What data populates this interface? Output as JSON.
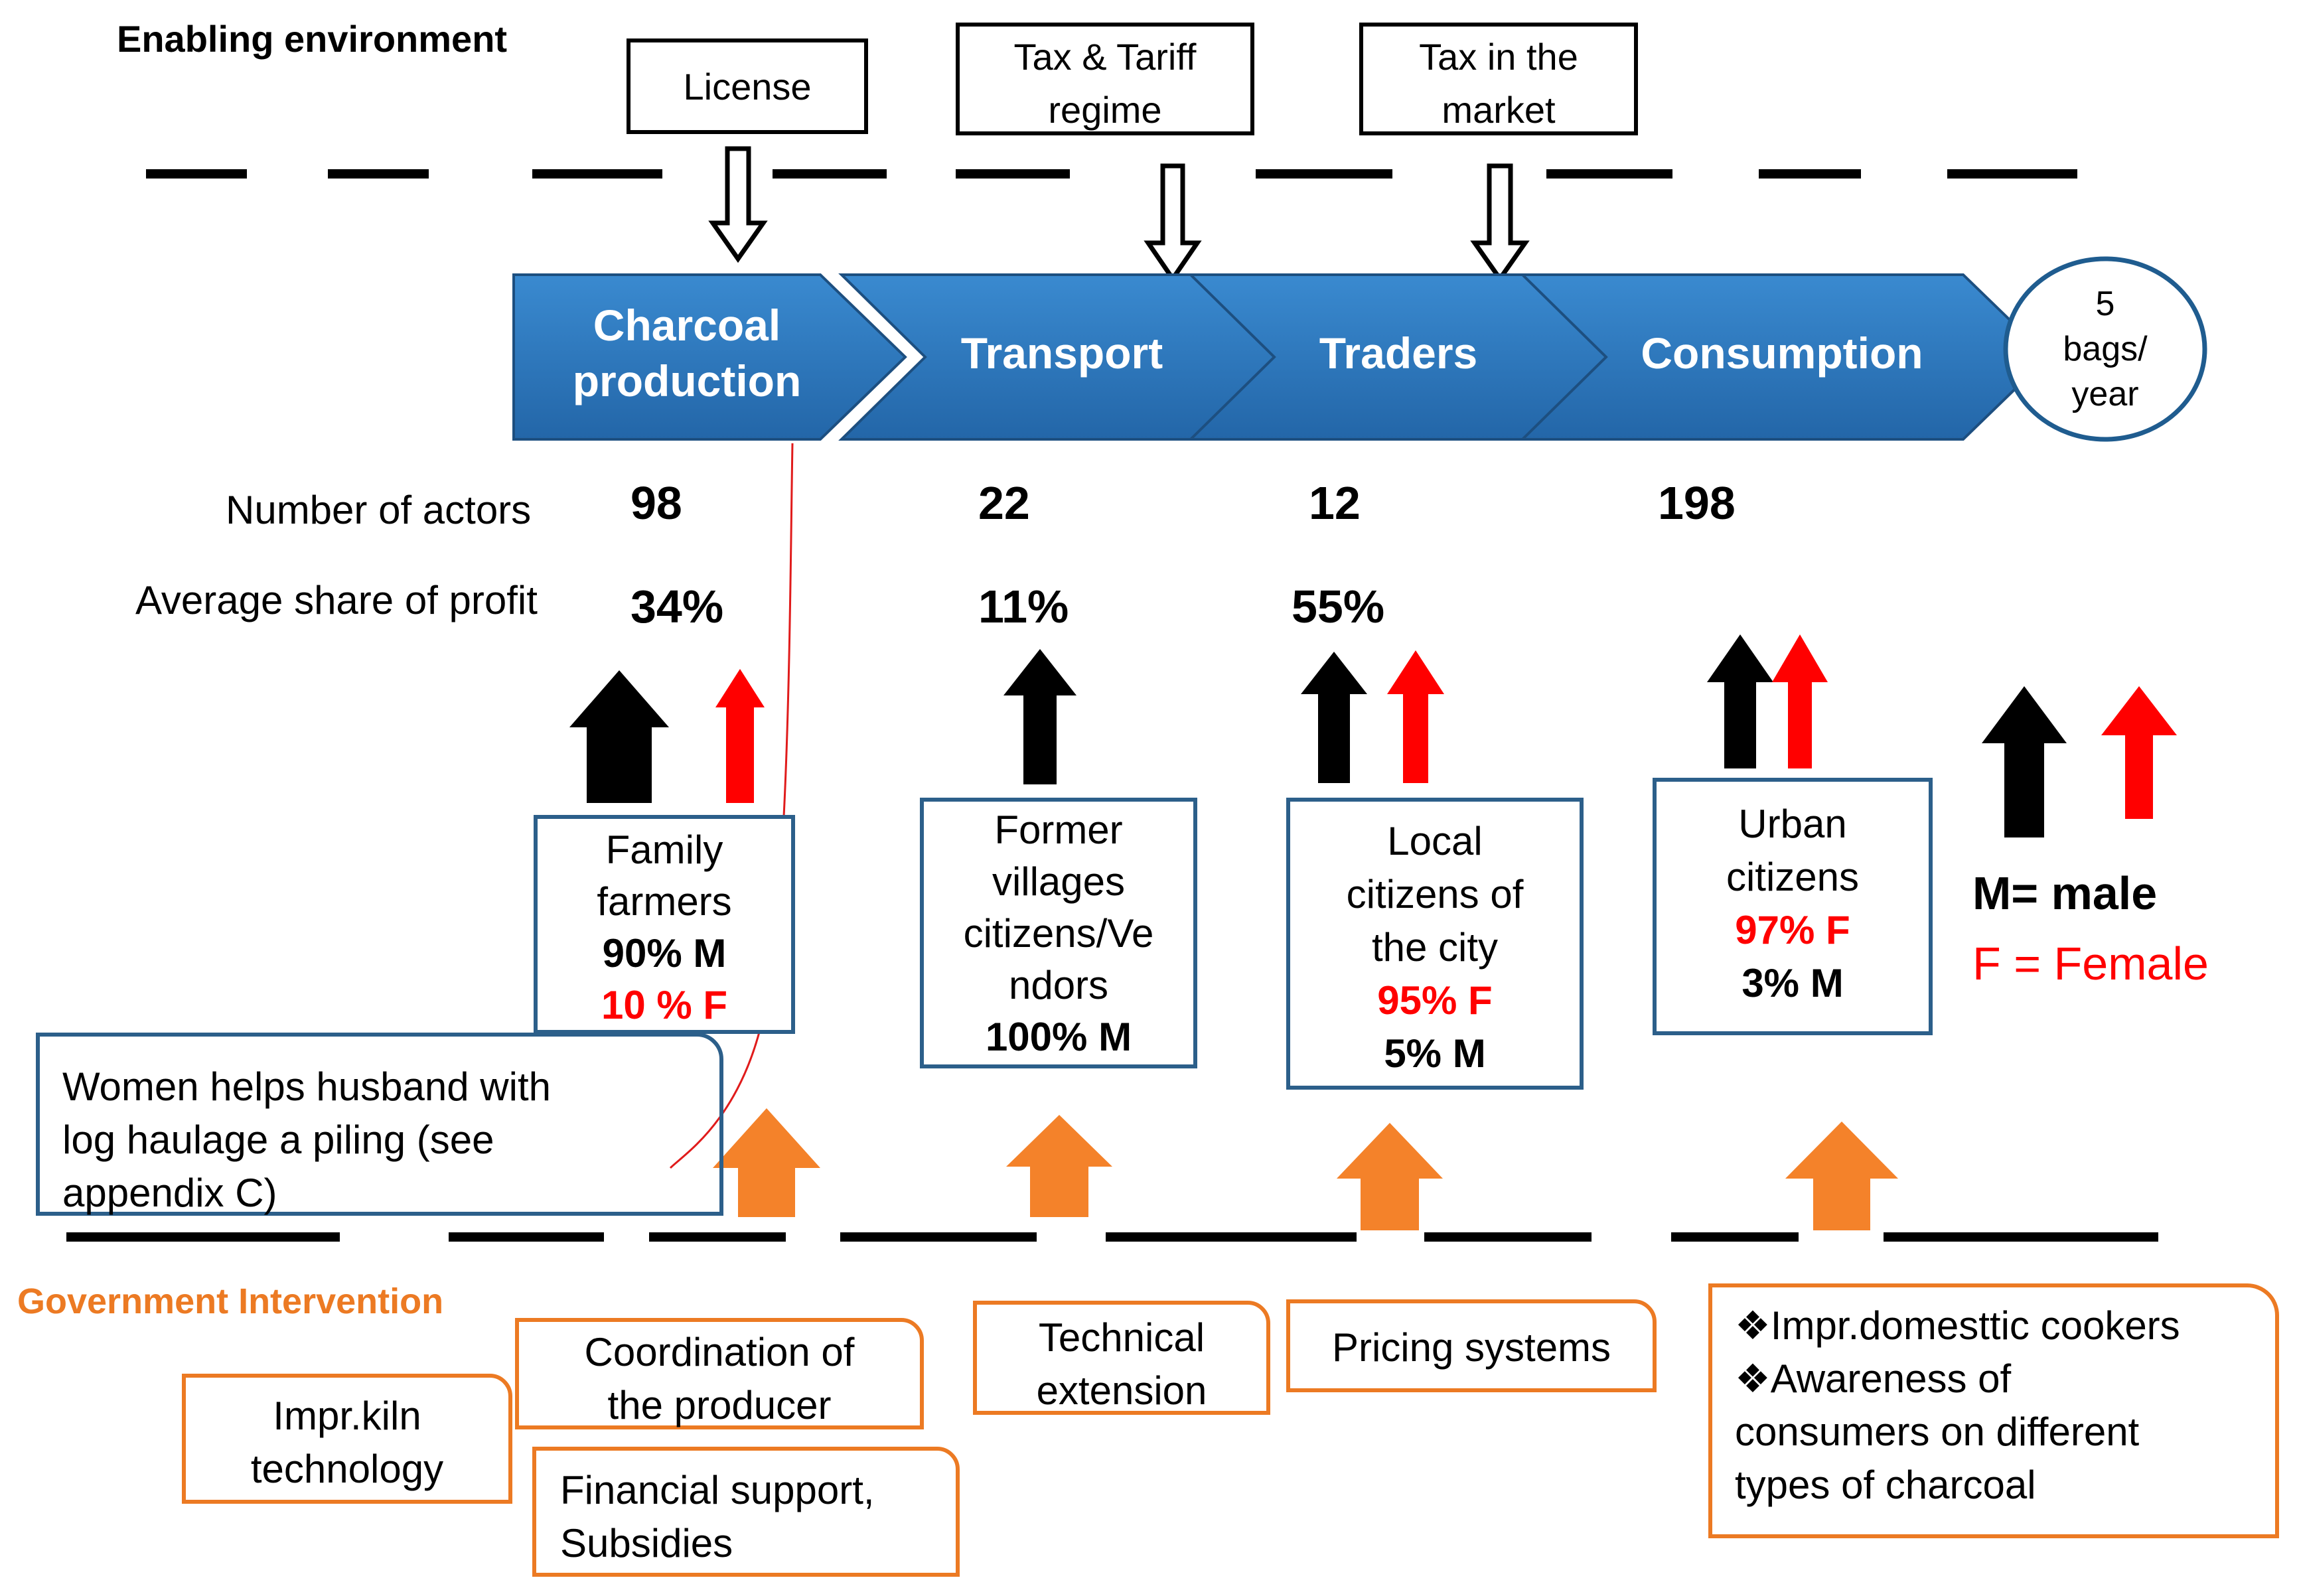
{
  "environment": {
    "title": "Enabling environment",
    "policies": [
      {
        "line1": "License",
        "line2": ""
      },
      {
        "line1": "Tax & Tariff",
        "line2": "regime"
      },
      {
        "line1": "Tax in the",
        "line2": "market"
      }
    ]
  },
  "chain": {
    "stages": [
      {
        "line1": "Charcoal",
        "line2": "production"
      },
      {
        "line1": "Transport",
        "line2": ""
      },
      {
        "line1": "Traders",
        "line2": ""
      },
      {
        "line1": "Consumption",
        "line2": ""
      }
    ],
    "consumption_note": {
      "line1": "5",
      "line2": "bags/",
      "line3": "year"
    }
  },
  "metrics": {
    "actors_label": "Number of actors",
    "profit_label": "Average share of profit",
    "actors": [
      "98",
      "22",
      "12",
      "198"
    ],
    "profit": [
      "34%",
      "11%",
      "55%",
      ""
    ]
  },
  "actors": [
    {
      "line1": "Family",
      "line2": "farmers",
      "male": "90% M",
      "female": "10 % F"
    },
    {
      "line1": "Former",
      "line2": "villages",
      "line3": "citizens/Ve",
      "line4": "ndors",
      "male": "100% M"
    },
    {
      "line1": "Local",
      "line2": "citizens of",
      "line3": "the city",
      "female": "95% F",
      "male": "5% M"
    },
    {
      "line1": "Urban",
      "line2": "citizens",
      "female": "97% F",
      "male": "3% M"
    }
  ],
  "note": {
    "line1": "Women helps husband with",
    "line2": "log haulage a piling (see",
    "line3": "appendix C)"
  },
  "legend": {
    "male_label": "M= male",
    "female_prefix": "F =",
    "female_word": "Female"
  },
  "government": {
    "title": "Government Intervention",
    "boxes": [
      {
        "line1": "Impr.kiln",
        "line2": "technology"
      },
      {
        "line1": "Coordination of",
        "line2": "the producer"
      },
      {
        "line1": "Financial support,",
        "line2": "Subsidies"
      },
      {
        "line1": "Technical",
        "line2": "extension"
      },
      {
        "line1": "Pricing systems"
      },
      {
        "line1": "❖Impr.domesttic cookers",
        "line2": "❖Awareness of",
        "line3": "consumers on different",
        "line4": "types of charcoal"
      }
    ]
  },
  "colors": {
    "chevron": "#2f7bbd",
    "government": "#ec7a23",
    "female": "#ff0000",
    "male": "#000000",
    "box_border": "#2c5f8a"
  }
}
